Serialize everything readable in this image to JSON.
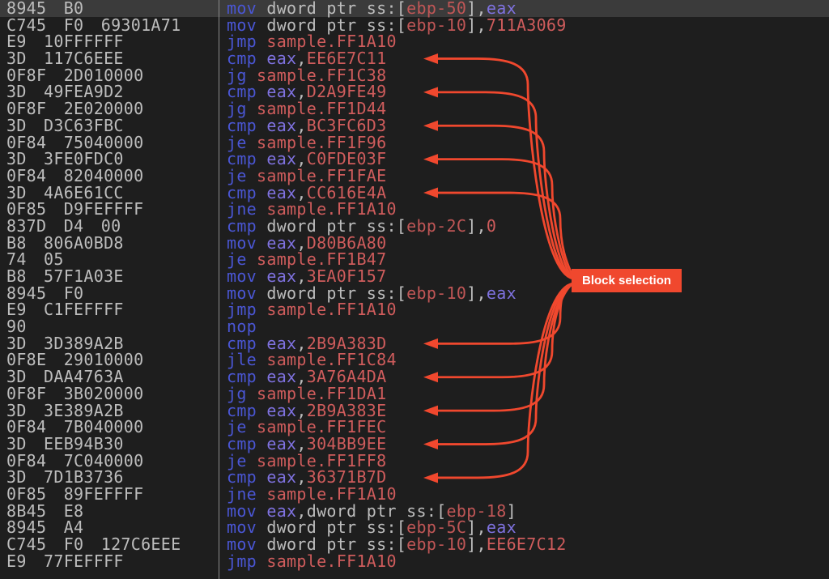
{
  "colors": {
    "background": "#1e1e1e",
    "selected_row": "#3b3b3b",
    "divider": "#8a8a8a",
    "default_text": "#bdbdbd",
    "mnemonic": "#4a56d4",
    "register": "#7f72e0",
    "constant": "#cf5c5c",
    "stack_offset": "#c05656",
    "symbol": "#cf5c5c",
    "accent": "#f0482e"
  },
  "annotation": {
    "label": "Block selection"
  },
  "disassembly": {
    "rows": [
      {
        "bytes": "8945 B0",
        "selected": true,
        "arrow": false,
        "instr": [
          [
            "mn",
            "mov"
          ],
          [
            "txt",
            " dword ptr ss:["
          ],
          [
            "off",
            "ebp-50"
          ],
          [
            "txt",
            "],"
          ],
          [
            "reg",
            "eax"
          ]
        ]
      },
      {
        "bytes": "C745 F0 69301A71",
        "arrow": false,
        "instr": [
          [
            "mn",
            "mov"
          ],
          [
            "txt",
            " dword ptr ss:["
          ],
          [
            "off",
            "ebp-10"
          ],
          [
            "txt",
            "],"
          ],
          [
            "num",
            "711A3069"
          ]
        ]
      },
      {
        "bytes": "E9 10FFFFFF",
        "arrow": false,
        "instr": [
          [
            "mn",
            "jmp"
          ],
          [
            "txt",
            " "
          ],
          [
            "sym",
            "sample.FF1A10"
          ]
        ]
      },
      {
        "bytes": "3D 117C6EEE",
        "arrow": true,
        "instr": [
          [
            "mn",
            "cmp"
          ],
          [
            "txt",
            " "
          ],
          [
            "reg",
            "eax"
          ],
          [
            "txt",
            ","
          ],
          [
            "num",
            "EE6E7C11"
          ]
        ]
      },
      {
        "bytes": "0F8F 2D010000",
        "arrow": false,
        "instr": [
          [
            "mn",
            "jg"
          ],
          [
            "txt",
            " "
          ],
          [
            "sym",
            "sample.FF1C38"
          ]
        ]
      },
      {
        "bytes": "3D 49FEA9D2",
        "arrow": true,
        "instr": [
          [
            "mn",
            "cmp"
          ],
          [
            "txt",
            " "
          ],
          [
            "reg",
            "eax"
          ],
          [
            "txt",
            ","
          ],
          [
            "num",
            "D2A9FE49"
          ]
        ]
      },
      {
        "bytes": "0F8F 2E020000",
        "arrow": false,
        "instr": [
          [
            "mn",
            "jg"
          ],
          [
            "txt",
            " "
          ],
          [
            "sym",
            "sample.FF1D44"
          ]
        ]
      },
      {
        "bytes": "3D D3C63FBC",
        "arrow": true,
        "instr": [
          [
            "mn",
            "cmp"
          ],
          [
            "txt",
            " "
          ],
          [
            "reg",
            "eax"
          ],
          [
            "txt",
            ","
          ],
          [
            "num",
            "BC3FC6D3"
          ]
        ]
      },
      {
        "bytes": "0F84 75040000",
        "arrow": false,
        "instr": [
          [
            "mn",
            "je"
          ],
          [
            "txt",
            " "
          ],
          [
            "sym",
            "sample.FF1F96"
          ]
        ]
      },
      {
        "bytes": "3D 3FE0FDC0",
        "arrow": true,
        "instr": [
          [
            "mn",
            "cmp"
          ],
          [
            "txt",
            " "
          ],
          [
            "reg",
            "eax"
          ],
          [
            "txt",
            ","
          ],
          [
            "num",
            "C0FDE03F"
          ]
        ]
      },
      {
        "bytes": "0F84 82040000",
        "arrow": false,
        "instr": [
          [
            "mn",
            "je"
          ],
          [
            "txt",
            " "
          ],
          [
            "sym",
            "sample.FF1FAE"
          ]
        ]
      },
      {
        "bytes": "3D 4A6E61CC",
        "arrow": true,
        "instr": [
          [
            "mn",
            "cmp"
          ],
          [
            "txt",
            " "
          ],
          [
            "reg",
            "eax"
          ],
          [
            "txt",
            ","
          ],
          [
            "num",
            "CC616E4A"
          ]
        ]
      },
      {
        "bytes": "0F85 D9FEFFFF",
        "arrow": false,
        "instr": [
          [
            "mn",
            "jne"
          ],
          [
            "txt",
            " "
          ],
          [
            "sym",
            "sample.FF1A10"
          ]
        ]
      },
      {
        "bytes": "837D D4 00",
        "arrow": false,
        "instr": [
          [
            "mn",
            "cmp"
          ],
          [
            "txt",
            " dword ptr ss:["
          ],
          [
            "off",
            "ebp-2C"
          ],
          [
            "txt",
            "],"
          ],
          [
            "num",
            "0"
          ]
        ]
      },
      {
        "bytes": "B8 806A0BD8",
        "arrow": false,
        "instr": [
          [
            "mn",
            "mov"
          ],
          [
            "txt",
            " "
          ],
          [
            "reg",
            "eax"
          ],
          [
            "txt",
            ","
          ],
          [
            "num",
            "D80B6A80"
          ]
        ]
      },
      {
        "bytes": "74 05",
        "arrow": false,
        "instr": [
          [
            "mn",
            "je"
          ],
          [
            "txt",
            " "
          ],
          [
            "sym",
            "sample.FF1B47"
          ]
        ]
      },
      {
        "bytes": "B8 57F1A03E",
        "arrow": false,
        "instr": [
          [
            "mn",
            "mov"
          ],
          [
            "txt",
            " "
          ],
          [
            "reg",
            "eax"
          ],
          [
            "txt",
            ","
          ],
          [
            "num",
            "3EA0F157"
          ]
        ]
      },
      {
        "bytes": "8945 F0",
        "arrow": false,
        "instr": [
          [
            "mn",
            "mov"
          ],
          [
            "txt",
            " dword ptr ss:["
          ],
          [
            "off",
            "ebp-10"
          ],
          [
            "txt",
            "],"
          ],
          [
            "reg",
            "eax"
          ]
        ]
      },
      {
        "bytes": "E9 C1FEFFFF",
        "arrow": false,
        "instr": [
          [
            "mn",
            "jmp"
          ],
          [
            "txt",
            " "
          ],
          [
            "sym",
            "sample.FF1A10"
          ]
        ]
      },
      {
        "bytes": "90",
        "arrow": false,
        "instr": [
          [
            "mn",
            "nop"
          ]
        ]
      },
      {
        "bytes": "3D 3D389A2B",
        "arrow": true,
        "instr": [
          [
            "mn",
            "cmp"
          ],
          [
            "txt",
            " "
          ],
          [
            "reg",
            "eax"
          ],
          [
            "txt",
            ","
          ],
          [
            "num",
            "2B9A383D"
          ]
        ]
      },
      {
        "bytes": "0F8E 29010000",
        "arrow": false,
        "instr": [
          [
            "mn",
            "jle"
          ],
          [
            "txt",
            " "
          ],
          [
            "sym",
            "sample.FF1C84"
          ]
        ]
      },
      {
        "bytes": "3D DAA4763A",
        "arrow": true,
        "instr": [
          [
            "mn",
            "cmp"
          ],
          [
            "txt",
            " "
          ],
          [
            "reg",
            "eax"
          ],
          [
            "txt",
            ","
          ],
          [
            "num",
            "3A76A4DA"
          ]
        ]
      },
      {
        "bytes": "0F8F 3B020000",
        "arrow": false,
        "instr": [
          [
            "mn",
            "jg"
          ],
          [
            "txt",
            " "
          ],
          [
            "sym",
            "sample.FF1DA1"
          ]
        ]
      },
      {
        "bytes": "3D 3E389A2B",
        "arrow": true,
        "instr": [
          [
            "mn",
            "cmp"
          ],
          [
            "txt",
            " "
          ],
          [
            "reg",
            "eax"
          ],
          [
            "txt",
            ","
          ],
          [
            "num",
            "2B9A383E"
          ]
        ]
      },
      {
        "bytes": "0F84 7B040000",
        "arrow": false,
        "instr": [
          [
            "mn",
            "je"
          ],
          [
            "txt",
            " "
          ],
          [
            "sym",
            "sample.FF1FEC"
          ]
        ]
      },
      {
        "bytes": "3D EEB94B30",
        "arrow": true,
        "instr": [
          [
            "mn",
            "cmp"
          ],
          [
            "txt",
            " "
          ],
          [
            "reg",
            "eax"
          ],
          [
            "txt",
            ","
          ],
          [
            "num",
            "304BB9EE"
          ]
        ]
      },
      {
        "bytes": "0F84 7C040000",
        "arrow": false,
        "instr": [
          [
            "mn",
            "je"
          ],
          [
            "txt",
            " "
          ],
          [
            "sym",
            "sample.FF1FF8"
          ]
        ]
      },
      {
        "bytes": "3D 7D1B3736",
        "arrow": true,
        "instr": [
          [
            "mn",
            "cmp"
          ],
          [
            "txt",
            " "
          ],
          [
            "reg",
            "eax"
          ],
          [
            "txt",
            ","
          ],
          [
            "num",
            "36371B7D"
          ]
        ]
      },
      {
        "bytes": "0F85 89FEFFFF",
        "arrow": false,
        "instr": [
          [
            "mn",
            "jne"
          ],
          [
            "txt",
            " "
          ],
          [
            "sym",
            "sample.FF1A10"
          ]
        ]
      },
      {
        "bytes": "8B45 E8",
        "arrow": false,
        "instr": [
          [
            "mn",
            "mov"
          ],
          [
            "txt",
            " "
          ],
          [
            "reg",
            "eax"
          ],
          [
            "txt",
            ",dword ptr ss:["
          ],
          [
            "off",
            "ebp-18"
          ],
          [
            "txt",
            "]"
          ]
        ]
      },
      {
        "bytes": "8945 A4",
        "arrow": false,
        "instr": [
          [
            "mn",
            "mov"
          ],
          [
            "txt",
            " dword ptr ss:["
          ],
          [
            "off",
            "ebp-5C"
          ],
          [
            "txt",
            "],"
          ],
          [
            "reg",
            "eax"
          ]
        ]
      },
      {
        "bytes": "C745 F0 127C6EEE",
        "arrow": false,
        "instr": [
          [
            "mn",
            "mov"
          ],
          [
            "txt",
            " dword ptr ss:["
          ],
          [
            "off",
            "ebp-10"
          ],
          [
            "txt",
            "],"
          ],
          [
            "num",
            "EE6E7C12"
          ]
        ]
      },
      {
        "bytes": "E9 77FEFFFF",
        "arrow": false,
        "instr": [
          [
            "mn",
            "jmp"
          ],
          [
            "txt",
            " "
          ],
          [
            "sym",
            "sample.FF1A10"
          ]
        ]
      }
    ]
  }
}
